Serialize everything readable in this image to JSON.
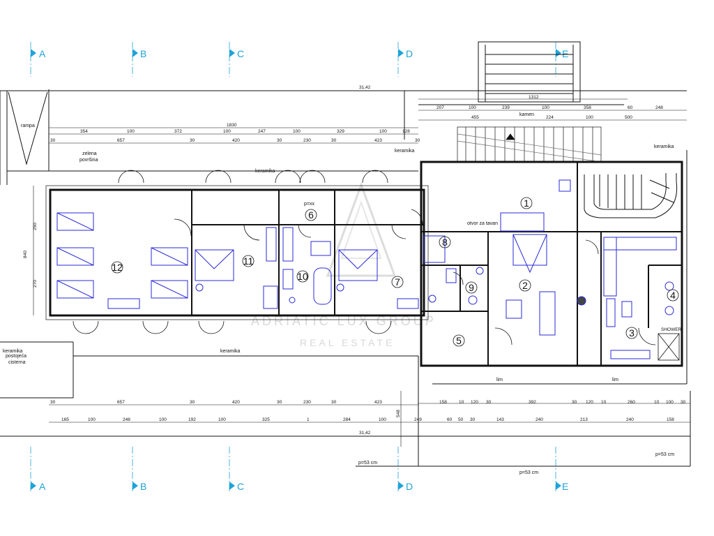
{
  "axes": [
    "A",
    "B",
    "C",
    "D",
    "E"
  ],
  "total_length": "31,42",
  "labels": {
    "rampa": "rampa",
    "zelena": "zelena",
    "povrsina": "površina",
    "keramika": "keramika",
    "postojeca": "postojeća",
    "cisterna": "cisterna",
    "kamen": "kamen",
    "otvor": "otvor za tavan",
    "lim": "lim",
    "pxx": "p=xx",
    "p53": "p=53 cm",
    "shower": "SHOWER"
  },
  "rooms": [
    "1",
    "2",
    "3",
    "4",
    "5",
    "6",
    "7",
    "8",
    "9",
    "10",
    "11",
    "12"
  ],
  "dims": {
    "top_row1": [
      "354",
      "100",
      "372",
      "100",
      "247",
      "100",
      "329",
      "100",
      "128"
    ],
    "top_row2": [
      "30",
      "657",
      "30",
      "420",
      "30",
      "230",
      "30",
      "423",
      "30"
    ],
    "top_total": "1830",
    "right_top1": [
      "207",
      "100",
      "239",
      "100",
      "358",
      "60",
      "248"
    ],
    "right_top2": [
      "455",
      "224",
      "100",
      "500"
    ],
    "right_total": "1312",
    "bottom_row1": [
      "30",
      "657",
      "30",
      "420",
      "30",
      "230",
      "30",
      "423"
    ],
    "bottom_row2": [
      "165",
      "100",
      "248",
      "100",
      "192",
      "100",
      "325",
      "1",
      "284",
      "100",
      "249"
    ],
    "right_bottom1": [
      "158",
      "10",
      "120",
      "30",
      "392",
      "30",
      "120",
      "10",
      "260",
      "10",
      "100",
      "30"
    ],
    "right_bottom2": [
      "60",
      "50",
      "30",
      "143",
      "240",
      "213",
      "240",
      "158"
    ],
    "left_vert": [
      "840",
      "250",
      "270"
    ],
    "vert_548": "548"
  },
  "watermark": {
    "line1": "ADRIATIC LUX GROUP",
    "line2": "REAL ESTATE"
  }
}
